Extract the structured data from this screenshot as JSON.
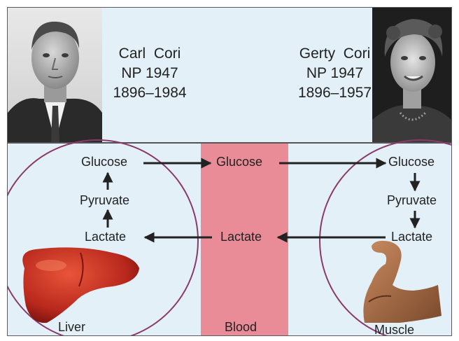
{
  "people": [
    {
      "name": "Carl  Cori",
      "prize": "NP 1947",
      "years": "1896–1984"
    },
    {
      "name": "Gerty  Cori",
      "prize": "NP 1947",
      "years": "1896–1957"
    }
  ],
  "compartments": {
    "liver": "Liver",
    "blood": "Blood",
    "muscle": "Muscle"
  },
  "liver": {
    "glucose": "Glucose",
    "pyruvate": "Pyruvate",
    "lactate": "Lactate"
  },
  "blood": {
    "glucose": "Glucose",
    "lactate": "Lactate"
  },
  "muscle": {
    "glucose": "Glucose",
    "pyruvate": "Pyruvate",
    "lactate": "Lactate"
  },
  "colors": {
    "background": "#e3f0f7",
    "blood_band": "#ea8c98",
    "circle": "#8a3a6a",
    "arrow": "#222222"
  }
}
